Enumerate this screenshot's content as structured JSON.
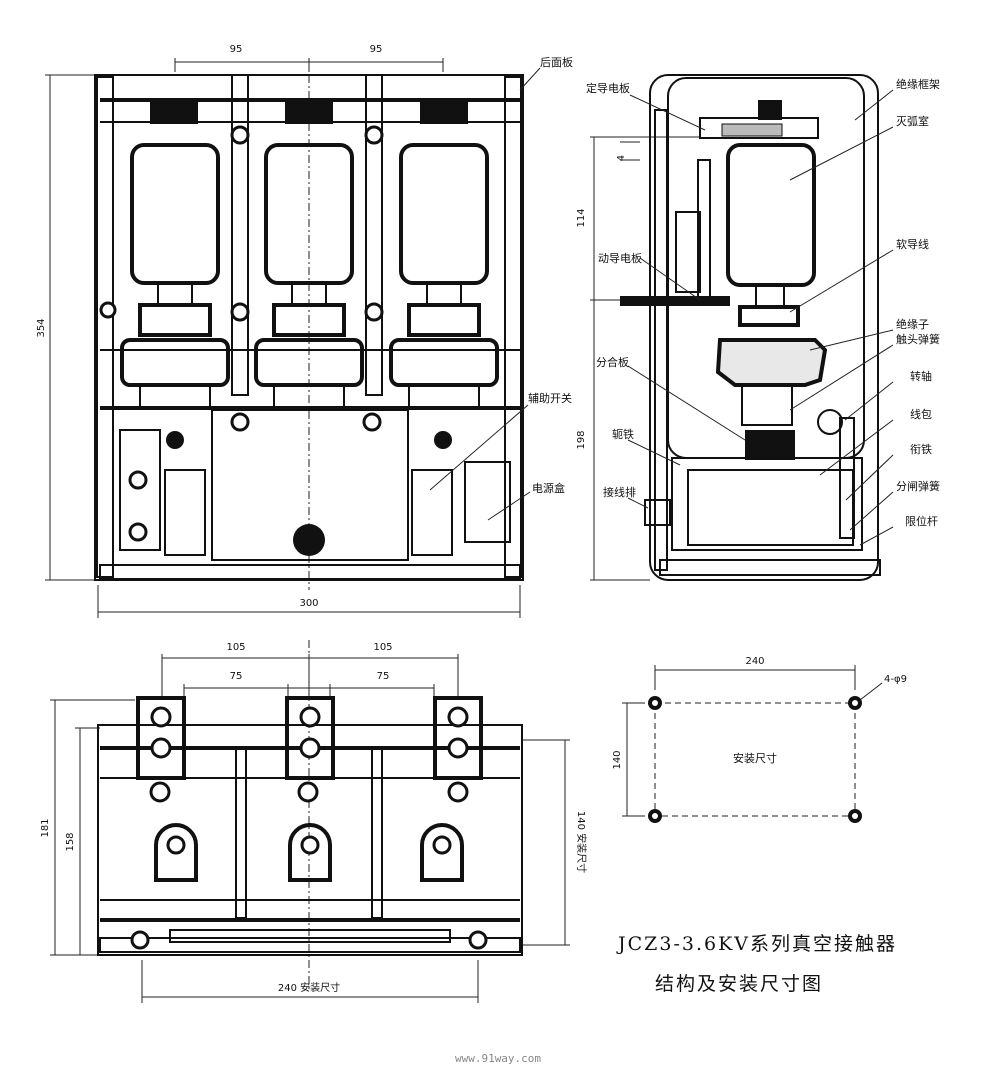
{
  "dimensions": {
    "front_top_left": "95",
    "front_top_right": "95",
    "front_height": "354",
    "front_width": "300",
    "side_upper": "114",
    "side_small": "4",
    "side_lower": "198",
    "bottom_outer_left": "105",
    "bottom_outer_right": "105",
    "bottom_inner_left": "75",
    "bottom_inner_right": "75",
    "bottom_height_outer": "181",
    "bottom_height_inner": "158",
    "bottom_height_mount": "140 安装尺寸",
    "bottom_width_mount": "240 安装尺寸",
    "mount_width": "240",
    "mount_height": "140",
    "mount_holes": "4-φ9",
    "mount_label": "安装尺寸"
  },
  "labels": {
    "front_rear_panel": "后面板",
    "front_aux_switch": "辅助开关",
    "front_power_box": "电源盒",
    "side_fixed_plate": "定导电板",
    "side_moving_plate": "动导电板",
    "side_split_plate": "分合板",
    "side_yoke": "轭铁",
    "side_terminal": "接线排",
    "side_frame": "绝缘框架",
    "side_arc_chamber": "灭弧室",
    "side_soft_wire": "软导线",
    "side_insulator": "绝缘子",
    "side_contact_spring": "触头弹簧",
    "side_shaft": "转轴",
    "side_coil": "线包",
    "side_armature": "衔铁",
    "side_open_spring": "分闸弹簧",
    "side_stop_rod": "限位杆"
  },
  "title": {
    "line1": "JCZ3-3.6KV系列真空接触器",
    "line2": "结构及安装尺寸图"
  },
  "watermark": "www.91way.com"
}
